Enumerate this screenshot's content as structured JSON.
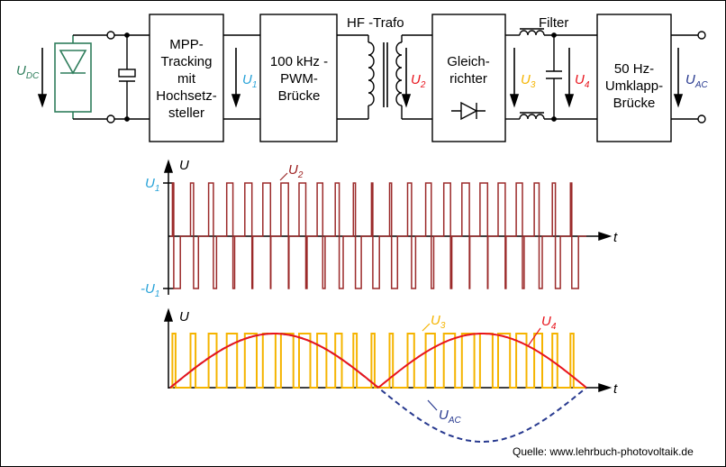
{
  "colors": {
    "line": "#000000",
    "pv": "#2e7d5b",
    "u1": "#27a2d8",
    "u2": "#9b1b1b",
    "u3": "#f5b400",
    "u4": "#e8141c",
    "uac": "#27398f",
    "pwm2": "#9b2a2a"
  },
  "blocks": {
    "mpp": [
      "MPP-",
      "Tracking",
      "mit",
      "Hochsetz-",
      "steller"
    ],
    "pwm": [
      "100 kHz -",
      "PWM-",
      "Brücke"
    ],
    "rect": [
      "Gleich-",
      "richter"
    ],
    "unfold": [
      "50 Hz-",
      "Umklapp-",
      "Brücke"
    ]
  },
  "labels": {
    "trafo": "HF -Trafo",
    "filter": "Filter",
    "u_main": "U",
    "sub_dc": "DC",
    "sub_1": "1",
    "sub_2": "2",
    "sub_3": "3",
    "sub_4": "4",
    "sub_ac": "AC"
  },
  "chart_top": {
    "y_axis": "U",
    "x_axis": "t",
    "tick_pos": "U",
    "tick_pos_sub": "1",
    "tick_neg": "-U",
    "tick_neg_sub": "1",
    "series": "U",
    "series_sub": "2"
  },
  "chart_bottom": {
    "y_axis": "U",
    "x_axis": "t",
    "series_u3": "U",
    "series_u3_sub": "3",
    "series_u4": "U",
    "series_u4_sub": "4",
    "series_uac": "U",
    "series_uac_sub": "AC"
  },
  "source": "Quelle: www.lehrbuch-photovoltaik.de"
}
